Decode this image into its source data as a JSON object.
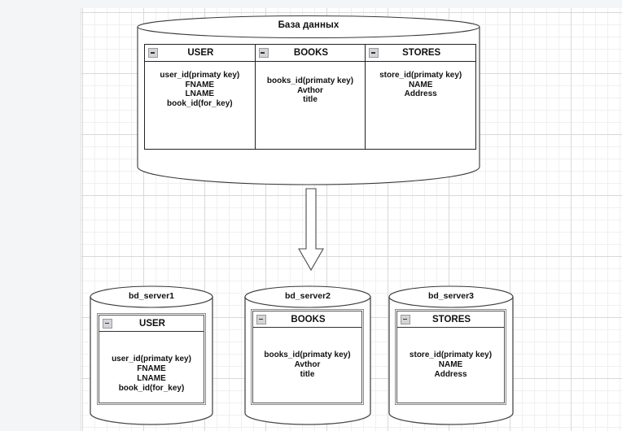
{
  "diagram": {
    "title": "База данных",
    "arrow_name": "replication-arrow",
    "colors": {
      "canvas_bg": "#ffffff",
      "grid_minor": "#f0f0f0",
      "grid_major": "#d9d9d9",
      "outline": "#222222",
      "shape_fill": "#ffffff",
      "collapse_btn": "#d4d4d8",
      "page_bg": "#f4f5f7"
    },
    "top_db": {
      "label": "База данных",
      "tables": [
        {
          "name": "USER",
          "collapse_icon": "minus-box-icon",
          "fields": [
            "user_id(primaty key)",
            "FNAME",
            "LNAME",
            "book_id(for_key)"
          ]
        },
        {
          "name": "BOOKS",
          "collapse_icon": "minus-box-icon",
          "fields": [
            "books_id(primaty key)",
            "Avthor",
            "title"
          ]
        },
        {
          "name": "STORES",
          "collapse_icon": "minus-box-icon",
          "fields": [
            "store_id(primaty key)",
            "NAME",
            "Address"
          ]
        }
      ]
    },
    "servers": [
      {
        "label": "bd_server1",
        "table": {
          "name": "USER",
          "collapse_icon": "minus-box-icon",
          "fields": [
            "user_id(primaty key)",
            "FNAME",
            "LNAME",
            "book_id(for_key)"
          ]
        }
      },
      {
        "label": "bd_server2",
        "table": {
          "name": "BOOKS",
          "collapse_icon": "minus-box-icon",
          "fields": [
            "books_id(primaty key)",
            "Avthor",
            "title"
          ]
        }
      },
      {
        "label": "bd_server3",
        "table": {
          "name": "STORES",
          "collapse_icon": "minus-box-icon",
          "fields": [
            "store_id(primaty key)",
            "NAME",
            "Address"
          ]
        }
      }
    ]
  }
}
